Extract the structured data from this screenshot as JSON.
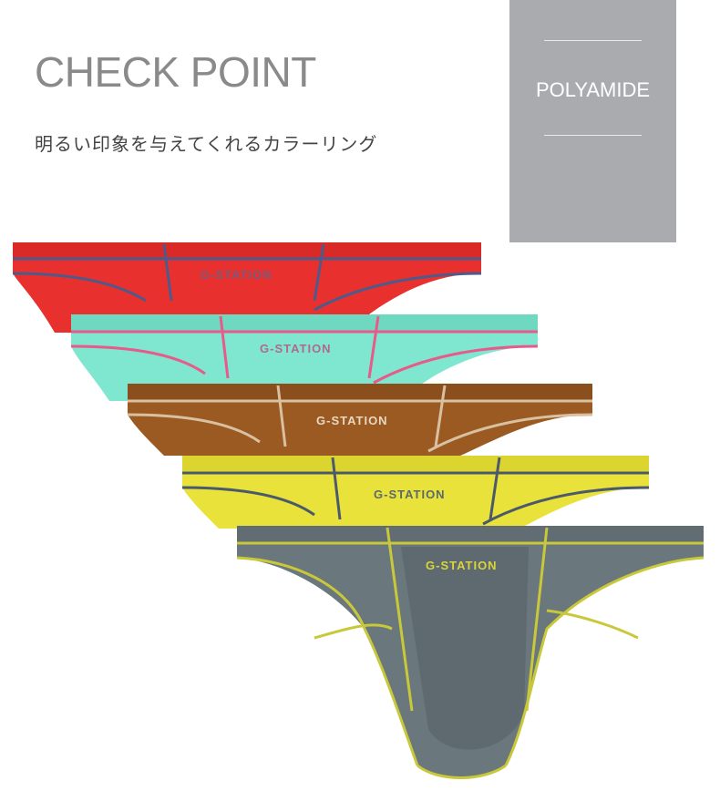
{
  "heading": {
    "title": "CHECK POINT",
    "subtitle": "明るい印象を与えてくれるカラーリング"
  },
  "badge": {
    "label": "POLYAMIDE",
    "background": "#a9abae"
  },
  "products": {
    "logo_text": "G-STATION",
    "items": [
      {
        "name": "red",
        "fabric": "#e8312e",
        "trim": "#4d5a8a",
        "logo": "#7a5a7a"
      },
      {
        "name": "mint",
        "fabric": "#7fe6cf",
        "trim": "#e85a8a",
        "logo": "#b06a8a"
      },
      {
        "name": "brown",
        "fabric": "#9a5a22",
        "trim": "#d8c0a0",
        "logo": "#e8d8c0"
      },
      {
        "name": "yellow",
        "fabric": "#e8e23a",
        "trim": "#4a5a6a",
        "logo": "#5a6a6a"
      },
      {
        "name": "gray",
        "fabric": "#6a777d",
        "trim": "#c8c83a",
        "logo": "#d8d43a"
      }
    ]
  }
}
